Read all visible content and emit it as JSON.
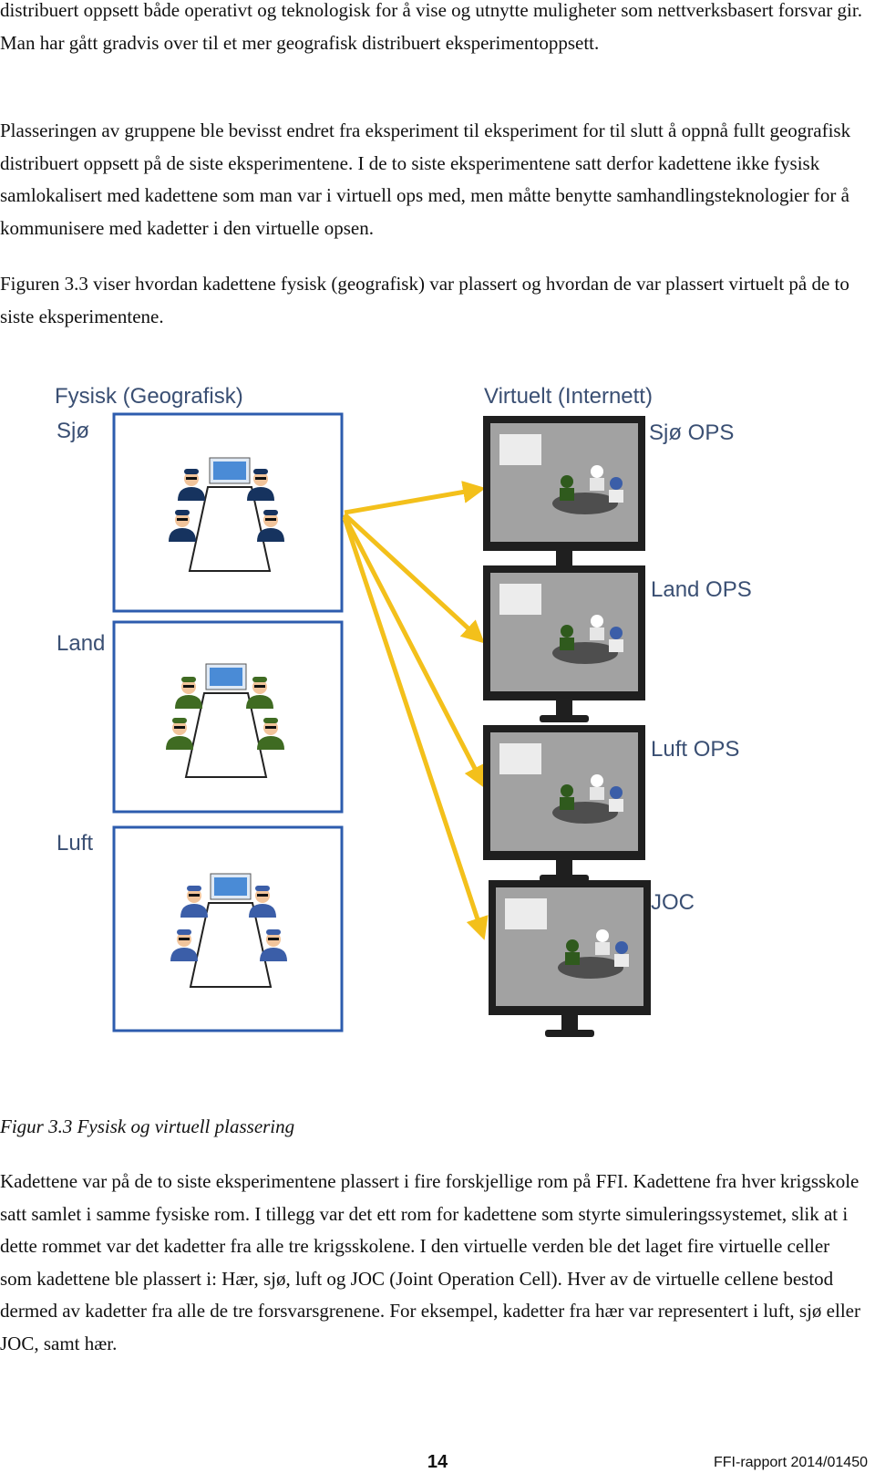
{
  "paragraphs": {
    "p1": "distribuert oppsett både operativt og teknologisk for å vise og utnytte muligheter som nettverksbasert forsvar gir. Man har gått gradvis over til et mer geografisk distribuert eksperimentoppsett.",
    "p2": "Plasseringen av gruppene ble bevisst endret fra eksperiment til eksperiment for til slutt å oppnå fullt geografisk distribuert oppsett på de siste eksperimentene. I de to siste eksperimentene satt derfor kadettene ikke fysisk samlokalisert med kadettene som man var i virtuell ops med, men måtte benytte samhandlingsteknologier for å kommunisere med kadetter i den virtuelle opsen.",
    "p3": "Figuren 3.3 viser hvordan kadettene fysisk (geografisk) var plassert og hvordan de var plassert virtuelt på de to siste eksperimentene.",
    "p4": "Kadettene var på de to siste eksperimentene plassert i fire forskjellige rom på FFI. Kadettene fra hver krigsskole satt samlet i samme fysiske rom. I tillegg var det ett rom for kadettene som styrte simuleringssystemet, slik at i dette rommet var det kadetter fra alle tre krigsskolene. I den virtuelle verden ble det laget fire virtuelle celler som kadettene ble plassert i: Hær, sjø, luft og JOC (Joint Operation Cell). Hver av de virtuelle cellene bestod dermed av kadetter fra alle de tre forsvarsgrenene. For eksempel, kadetter fra hær var representert i luft, sjø eller JOC, samt hær."
  },
  "figure": {
    "left_heading": "Fysisk (Geografisk)",
    "right_heading": "Virtuelt (Internett)",
    "rooms": [
      "Sjø",
      "Land",
      "Luft"
    ],
    "screens": [
      "Sjø OPS",
      "Land OPS",
      "Luft OPS",
      "JOC"
    ],
    "colors": {
      "label": "#3a4f73",
      "room_border": "#2d5cae",
      "arrow": "#f3c01b",
      "navy": "#16335f",
      "army": "#3f6b22",
      "air": "#3b5ea8"
    },
    "caption": "Figur 3.3 Fysisk og virtuell plassering"
  },
  "footer": {
    "page_number": "14",
    "report_id": "FFI-rapport 2014/01450"
  }
}
